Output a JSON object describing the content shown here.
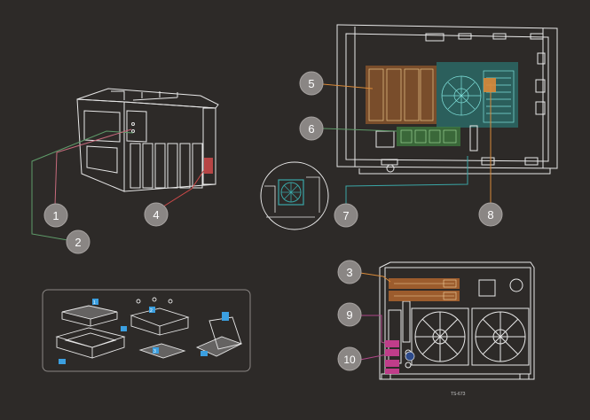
{
  "colors": {
    "background": "#2d2a28",
    "line": "#e8e8e8",
    "callout_bg": "#8a8684",
    "callout_text": "#ffffff",
    "leader_pink": "#c76b7d",
    "leader_green": "#5f9c6a",
    "leader_red": "#d04a4a",
    "leader_orange": "#d98a3a",
    "leader_teal": "#3aa6a6",
    "leader_magenta": "#b0478a",
    "memory_fill": "#b8692e",
    "cpu_board_fill": "#2a8a86",
    "ssd_fill": "#3f7d3f",
    "pcie_fill": "#b8692e",
    "usb_fill": "#c03d8a",
    "accent_blue": "#3b9fe0",
    "tray_panel_border": "#8a8684"
  },
  "callouts": [
    {
      "id": "1",
      "label": "1"
    },
    {
      "id": "2",
      "label": "2"
    },
    {
      "id": "3",
      "label": "3"
    },
    {
      "id": "4",
      "label": "4"
    },
    {
      "id": "5",
      "label": "5"
    },
    {
      "id": "6",
      "label": "6"
    },
    {
      "id": "7",
      "label": "7"
    },
    {
      "id": "8",
      "label": "8"
    },
    {
      "id": "9",
      "label": "9"
    },
    {
      "id": "10",
      "label": "10"
    }
  ],
  "model_label": "TS-673",
  "tray_steps": {
    "step1": "1",
    "step2": "2",
    "step3": "3"
  },
  "icons": [
    "nas-front-view",
    "nas-side-internal-view",
    "nas-rear-view",
    "fan-detail",
    "drive-tray-steps"
  ]
}
